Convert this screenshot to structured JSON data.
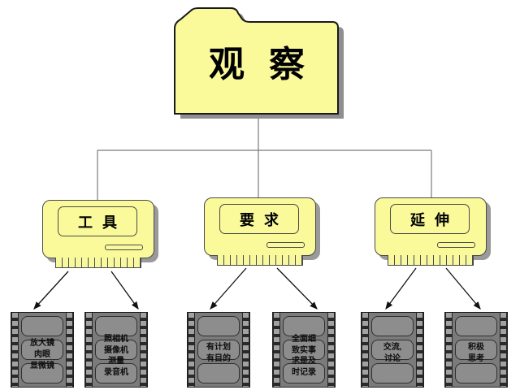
{
  "diagram_title": "观察 concept map",
  "root": {
    "label": "观察"
  },
  "branches": [
    {
      "label": "工具"
    },
    {
      "label": "要求"
    },
    {
      "label": "延伸"
    }
  ],
  "leaves": [
    {
      "parent": "工具",
      "lines": [
        "放大镜",
        "肉眼",
        "显微镜"
      ]
    },
    {
      "parent": "工具",
      "lines": [
        "照相机",
        "摄像机",
        "测量",
        "录音机"
      ]
    },
    {
      "parent": "要求",
      "lines": [
        "有计划",
        "有目的"
      ]
    },
    {
      "parent": "要求",
      "lines": [
        "全面细",
        "致实事",
        "求是及",
        "时记录"
      ]
    },
    {
      "parent": "延伸",
      "lines": [
        "交流,",
        "讨论"
      ]
    },
    {
      "parent": "延伸",
      "lines": [
        "积极",
        "思考"
      ]
    }
  ],
  "colors": {
    "node_fill": "#fafa9b",
    "node_border": "#4a4a4a",
    "node_shadow": "#9a9a9a",
    "connector_gray": "#7a7a7a",
    "arrow_black": "#111111",
    "film_body": "#7b7b7b",
    "film_frame": "#8d8d8d",
    "background": "#ffffff"
  }
}
